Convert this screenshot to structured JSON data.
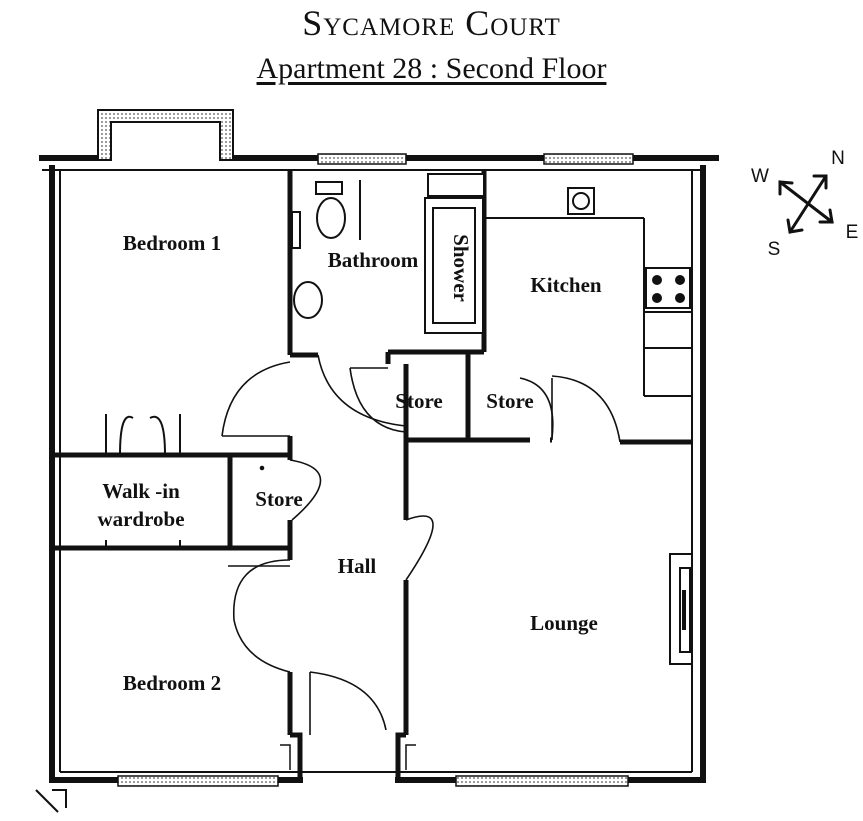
{
  "header": {
    "title": "Sycamore Court",
    "subtitle": "Apartment 28 : Second Floor"
  },
  "rooms": {
    "bedroom1": "Bedroom 1",
    "bathroom": "Bathroom",
    "shower": "Shower",
    "kitchen": "Kitchen",
    "store_a": "Store",
    "store_b": "Store",
    "walkin_line1": "Walk -in",
    "walkin_line2": "wardrobe",
    "store_c": "Store",
    "hall": "Hall",
    "lounge": "Lounge",
    "bedroom2": "Bedroom 2"
  },
  "compass": {
    "n": "N",
    "w": "W",
    "s": "S",
    "e": "E"
  }
}
